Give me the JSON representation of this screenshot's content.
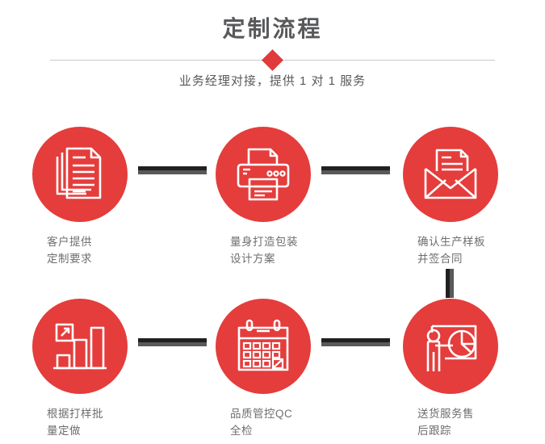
{
  "header": {
    "title": "定制流程",
    "subtitle": "业务经理对接，提供 1 对 1 服务",
    "divider_icon": "diamond-icon"
  },
  "colors": {
    "accent_red": "#e43d3c",
    "diamond_red": "#e03a3c",
    "title_gray": "#58595b",
    "label_gray": "#6d6e70",
    "connector_dark": "#231f20",
    "connector_gray": "#58595b",
    "divider_line": "#c9c9c9",
    "icon_stroke": "#ffffff",
    "background": "#ffffff"
  },
  "steps": [
    {
      "index": 1,
      "icon": "documents-stack-icon",
      "label": "客户提供\n定制要求"
    },
    {
      "index": 2,
      "icon": "printer-icon",
      "label": "量身打造包装\n设计方案"
    },
    {
      "index": 3,
      "icon": "open-envelope-letter-icon",
      "label": "确认生产样板\n并签合同"
    },
    {
      "index": 4,
      "icon": "bar-chart-growth-icon",
      "label": "根据打样批\n量定做"
    },
    {
      "index": 5,
      "icon": "calendar-check-icon",
      "label": "品质管控QC\n全检"
    },
    {
      "index": 6,
      "icon": "presenter-pie-chart-icon",
      "label": "送货服务售\n后跟踪"
    }
  ],
  "connectors": [
    {
      "name": "connector-step1-step2",
      "orientation": "horizontal"
    },
    {
      "name": "connector-step2-step3",
      "orientation": "horizontal"
    },
    {
      "name": "connector-step3-step6",
      "orientation": "vertical"
    },
    {
      "name": "connector-step4-step5",
      "orientation": "horizontal"
    },
    {
      "name": "connector-step5-step6",
      "orientation": "horizontal"
    }
  ]
}
